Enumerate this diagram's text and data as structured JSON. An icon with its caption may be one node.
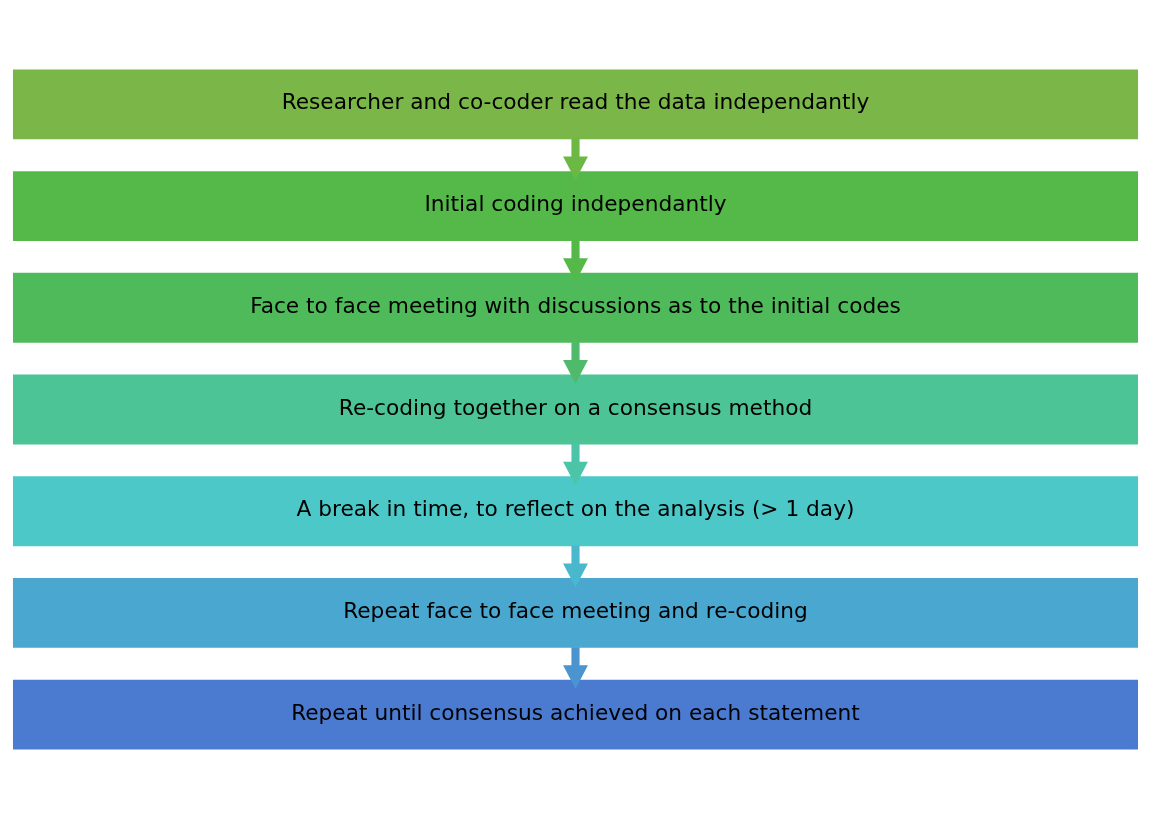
{
  "diagram": {
    "nodes": [
      {
        "text": [
          "Researcher and co-coder read the data independantly"
        ]
      },
      {
        "text": [
          "Initial coding independantly"
        ]
      },
      {
        "text": [
          "Face to face meeting with discussions as to the initial codes"
        ]
      },
      {
        "text": [
          "Re-coding together on a consensus method"
        ]
      },
      {
        "text": [
          "A break in time, to reflect on the analysis (> 1 day)"
        ]
      },
      {
        "text": [
          "Repeat face to face meeting and re-coding"
        ]
      },
      {
        "text": [
          "Repeat until consensus achieved on each statement"
        ]
      }
    ],
    "edges": [
      {
        "from": 0,
        "to": 1,
        "arrow": "to",
        "color": "#6cb845"
      },
      {
        "from": 1,
        "to": 2,
        "arrow": "to",
        "color": "#55b94a"
      },
      {
        "from": 2,
        "to": 3,
        "arrow": "to",
        "color": "#4fba6a"
      },
      {
        "from": 3,
        "to": 4,
        "arrow": "to",
        "color": "#4cc4a8"
      },
      {
        "from": 4,
        "to": 5,
        "arrow": "to",
        "color": "#4ab8cc"
      },
      {
        "from": 5,
        "to": 6,
        "arrow": "to",
        "color": "#4a94d0"
      }
    ]
  }
}
